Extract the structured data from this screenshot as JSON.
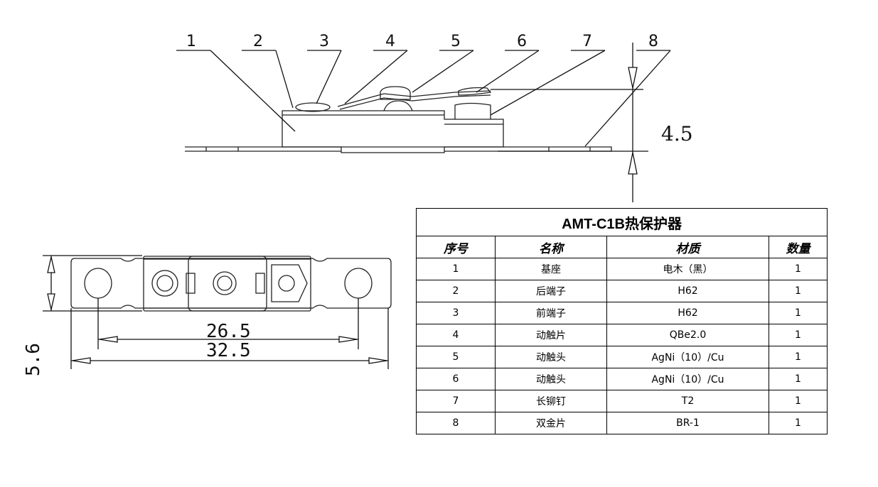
{
  "callouts": [
    "1",
    "2",
    "3",
    "4",
    "5",
    "6",
    "7",
    "8"
  ],
  "dimensions": {
    "height": "4.5",
    "width": "5.6",
    "hole_spacing": "26.5",
    "overall_length": "32.5"
  },
  "table": {
    "title": "AMT-C1B热保护器",
    "headers": [
      "序号",
      "名称",
      "材质",
      "数量"
    ],
    "rows": [
      [
        "1",
        "基座",
        "电木（黑）",
        "1"
      ],
      [
        "2",
        "后端子",
        "H62",
        "1"
      ],
      [
        "3",
        "前端子",
        "H62",
        "1"
      ],
      [
        "4",
        "动触片",
        "QBe2.0",
        "1"
      ],
      [
        "5",
        "动触头",
        "AgNi（10）/Cu",
        "1"
      ],
      [
        "6",
        "动触头",
        "AgNi（10）/Cu",
        "1"
      ],
      [
        "7",
        "长铆钉",
        "T2",
        "1"
      ],
      [
        "8",
        "双金片",
        "BR-1",
        "1"
      ]
    ]
  }
}
